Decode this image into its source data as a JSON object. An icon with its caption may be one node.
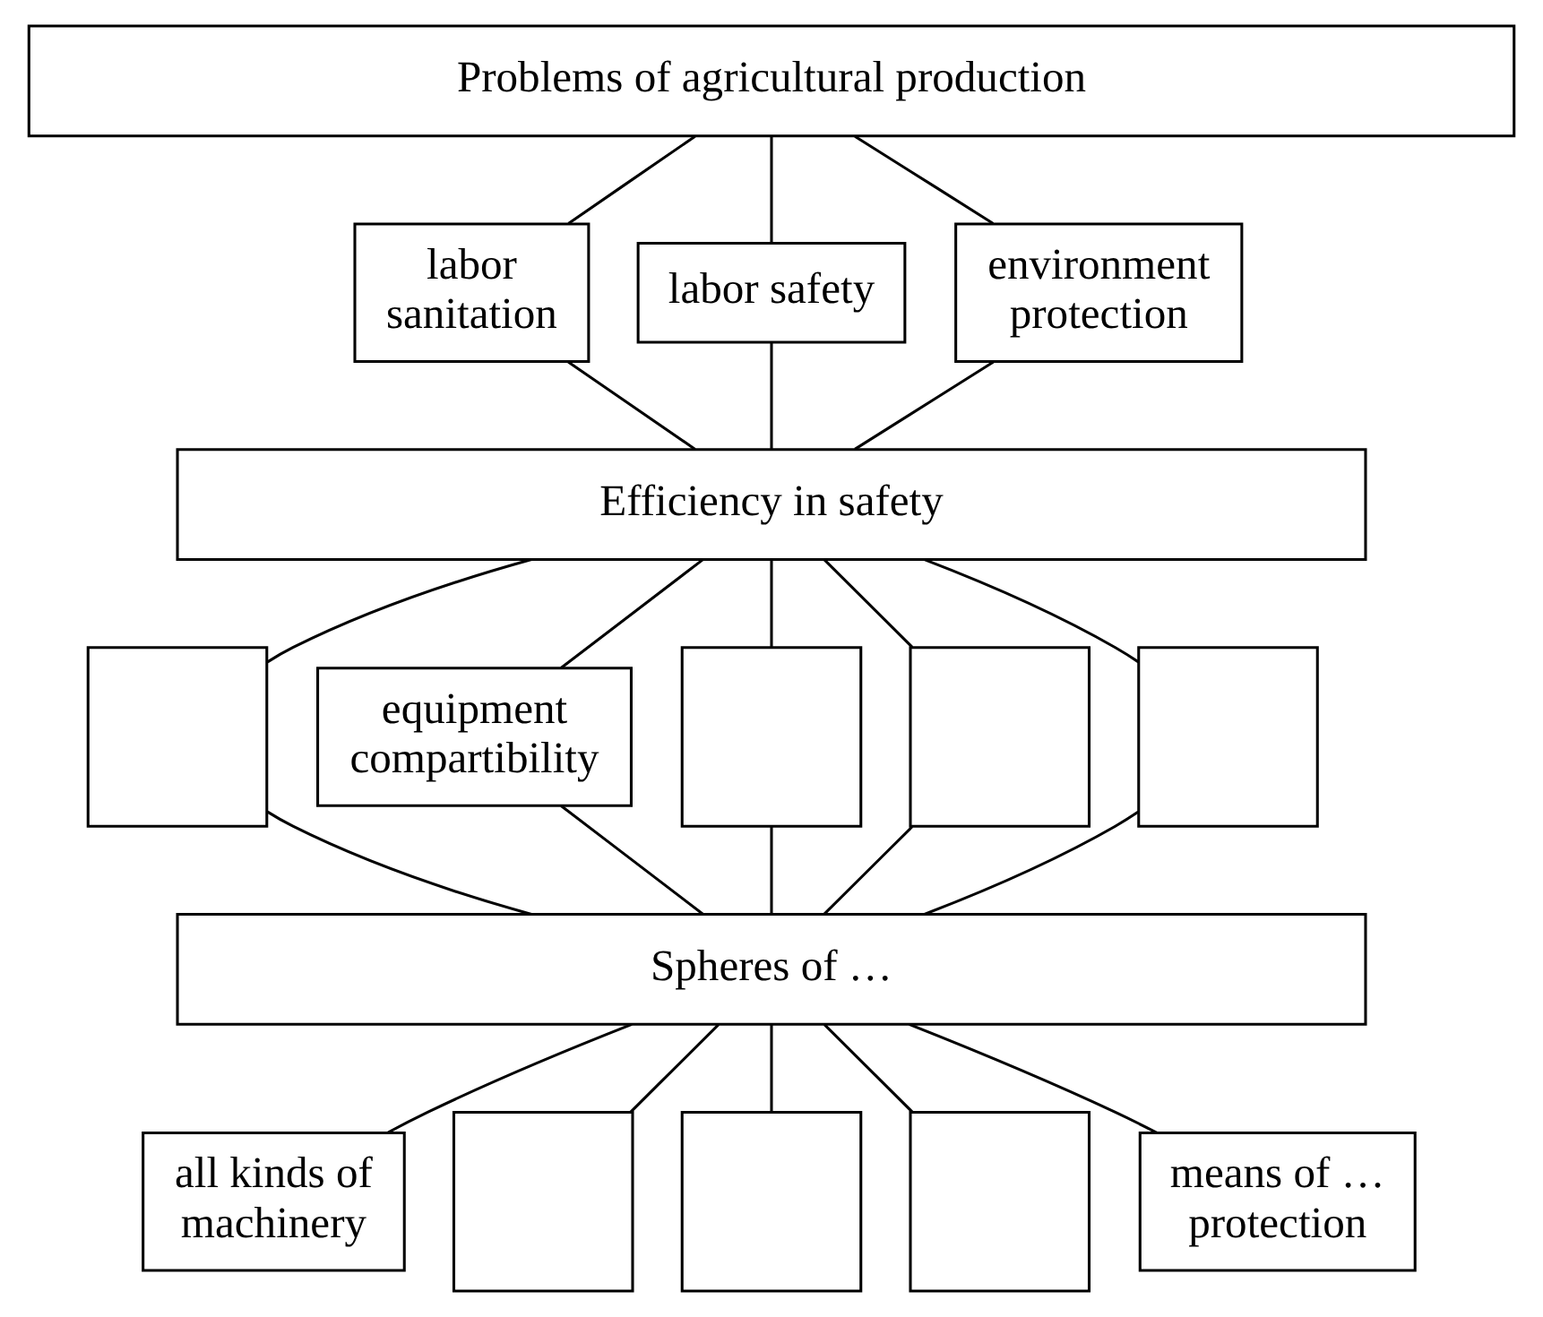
{
  "diagram": {
    "nodes": [
      {
        "text": [
          "Problems of agricultural production"
        ]
      },
      {
        "text": [
          "labor sanitation"
        ]
      },
      {
        "text": [
          "labor safety"
        ]
      },
      {
        "text": [
          "environment protection"
        ]
      },
      {
        "text": [
          "Efficiency in safety"
        ]
      },
      {
        "text": [],
        "shape": "box"
      },
      {
        "text": [
          "equipment compartibility"
        ]
      },
      {
        "text": [],
        "shape": "box"
      },
      {
        "text": [],
        "shape": "box"
      },
      {
        "text": [],
        "shape": "box"
      },
      {
        "text": [
          "Spheres of …"
        ]
      },
      {
        "text": [
          "all kinds of machinery"
        ]
      },
      {
        "text": [],
        "shape": "box"
      },
      {
        "text": [],
        "shape": "box"
      },
      {
        "text": [],
        "shape": "box"
      },
      {
        "text": [
          "means of … protection"
        ]
      }
    ],
    "edges": [
      {
        "from": 0,
        "to": 1,
        "arrow": "none"
      },
      {
        "from": 0,
        "to": 2,
        "arrow": "none"
      },
      {
        "from": 0,
        "to": 3,
        "arrow": "none"
      },
      {
        "from": 1,
        "to": 4,
        "arrow": "none"
      },
      {
        "from": 2,
        "to": 4,
        "arrow": "none"
      },
      {
        "from": 3,
        "to": 4,
        "arrow": "none"
      },
      {
        "from": 4,
        "to": 5,
        "arrow": "none"
      },
      {
        "from": 4,
        "to": 6,
        "arrow": "none"
      },
      {
        "from": 4,
        "to": 7,
        "arrow": "none"
      },
      {
        "from": 4,
        "to": 8,
        "arrow": "none"
      },
      {
        "from": 4,
        "to": 9,
        "arrow": "none"
      },
      {
        "from": 5,
        "to": 10,
        "arrow": "none"
      },
      {
        "from": 6,
        "to": 10,
        "arrow": "none"
      },
      {
        "from": 7,
        "to": 10,
        "arrow": "none"
      },
      {
        "from": 8,
        "to": 10,
        "arrow": "none"
      },
      {
        "from": 9,
        "to": 10,
        "arrow": "none"
      },
      {
        "from": 10,
        "to": 11,
        "arrow": "none"
      },
      {
        "from": 10,
        "to": 12,
        "arrow": "none"
      },
      {
        "from": 10,
        "to": 13,
        "arrow": "none"
      },
      {
        "from": 10,
        "to": 14,
        "arrow": "none"
      },
      {
        "from": 10,
        "to": 15,
        "arrow": "none"
      }
    ]
  }
}
